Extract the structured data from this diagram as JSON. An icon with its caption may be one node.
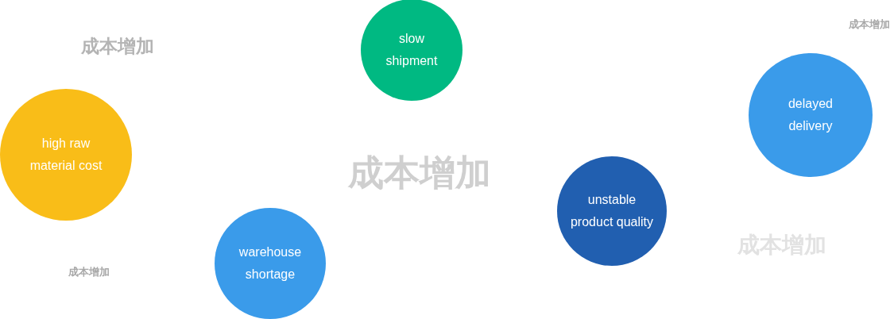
{
  "diagram": {
    "nodes": [
      {
        "text": [
          "slow shipment"
        ]
      },
      {
        "text": [
          "delayed delivery"
        ]
      },
      {
        "text": [
          "high raw material cost"
        ]
      },
      {
        "text": [
          "unstable product quality"
        ]
      },
      {
        "text": [
          "warehouse shortage"
        ]
      }
    ],
    "labels": [
      "成本增加",
      "成本增加",
      "成本增加",
      "成本增加",
      "成本增加"
    ]
  }
}
